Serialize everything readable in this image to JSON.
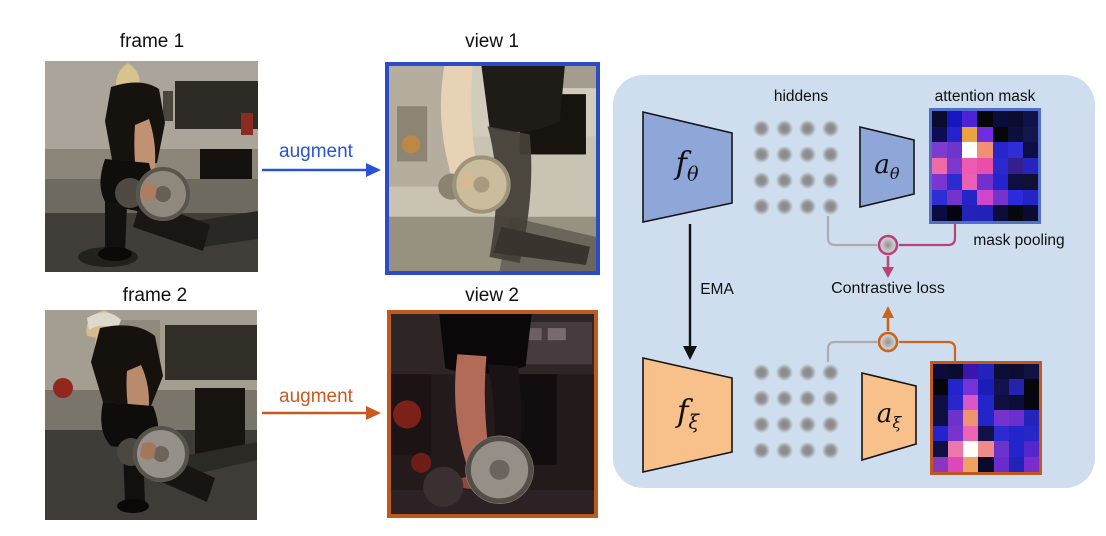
{
  "figure": {
    "frames": [
      {
        "label": "frame 1"
      },
      {
        "label": "frame 2"
      }
    ],
    "views": [
      {
        "label": "view 1"
      },
      {
        "label": "view 2"
      }
    ],
    "augment_labels": [
      "augment",
      "augment"
    ]
  },
  "panel": {
    "hiddens_label": "hiddens",
    "attention_mask_label": "attention mask",
    "mask_pooling_label": "mask pooling",
    "ema_label": "EMA",
    "contrastive_loss_label": "Contrastive loss",
    "encoders": {
      "f_theta": {
        "base": "f",
        "sub": "θ"
      },
      "a_theta": {
        "base": "a",
        "sub": "θ"
      },
      "f_xi": {
        "base": "f",
        "sub": "ξ"
      },
      "a_xi": {
        "base": "a",
        "sub": "ξ"
      }
    },
    "hidden_grid": {
      "rows": 4,
      "cols": 4,
      "dots_per_grid": 16
    }
  },
  "colors": {
    "panel_bg": "#cfdeee",
    "online_encoder_fill": "#8fa7d8",
    "target_encoder_fill": "#f8c18b",
    "view1_border": "#2b4bc8",
    "view2_border": "#bf5a1e",
    "augment1_text": "#2a52d8",
    "augment2_text": "#c85a20",
    "online_pool_line": "#b8437a",
    "target_pool_line": "#c8641e",
    "mask1_border": "#4f6fc8",
    "mask2_border": "#bf5a1e",
    "ema_line": "#111111"
  },
  "masks": {
    "top": [
      [
        "#0b0b2f",
        "#1717c0",
        "#4d22d6",
        "#06060a",
        "#0c0c3a",
        "#0b0b30",
        "#12124a"
      ],
      [
        "#0d0d52",
        "#2323cf",
        "#e9a33f",
        "#6f2ce0",
        "#070709",
        "#0e0e3e",
        "#15154e"
      ],
      [
        "#7e3bd0",
        "#6e35cc",
        "#ffffff",
        "#f08f74",
        "#2525cb",
        "#2e2ed8",
        "#0e0e44"
      ],
      [
        "#ef6aa6",
        "#7c38cc",
        "#ee59b2",
        "#e94fa8",
        "#2a2acc",
        "#33208e",
        "#2525bd"
      ],
      [
        "#7a36cf",
        "#2b2bd2",
        "#ea60b4",
        "#7230cc",
        "#2424ca",
        "#0e0e42",
        "#101034"
      ],
      [
        "#2e2ed6",
        "#7433ca",
        "#2424c8",
        "#cf46cb",
        "#7433cc",
        "#2b2bde",
        "#2424c4"
      ],
      [
        "#0c0c3e",
        "#050512",
        "#2323ba",
        "#2222b6",
        "#0d0d3a",
        "#070710",
        "#0b0b32"
      ]
    ],
    "bottom": [
      [
        "#0c0c3a",
        "#0b0b32",
        "#3a16ae",
        "#2424bb",
        "#0d0d3a",
        "#0c0c32",
        "#111142"
      ],
      [
        "#060609",
        "#2424cc",
        "#7433d6",
        "#1c1cb8",
        "#12124c",
        "#2323ae",
        "#06060b"
      ],
      [
        "#0e0e46",
        "#2727cc",
        "#d957c8",
        "#2424cb",
        "#0f0f42",
        "#0d0d3a",
        "#060612"
      ],
      [
        "#0e0e42",
        "#6c32cc",
        "#f0926e",
        "#2424cb",
        "#7433cc",
        "#6a2fcc",
        "#2424bb"
      ],
      [
        "#2424cc",
        "#7534cc",
        "#ec64b2",
        "#11114c",
        "#2b2bd0",
        "#2424cb",
        "#2727c8"
      ],
      [
        "#101046",
        "#ee77ab",
        "#ffffff",
        "#ee8a89",
        "#6c33cc",
        "#2424cb",
        "#5526cc"
      ],
      [
        "#8c35bd",
        "#dd48bd",
        "#f0a263",
        "#0a0a2a",
        "#6a2bcc",
        "#2323ba",
        "#7a2ccc"
      ]
    ]
  }
}
